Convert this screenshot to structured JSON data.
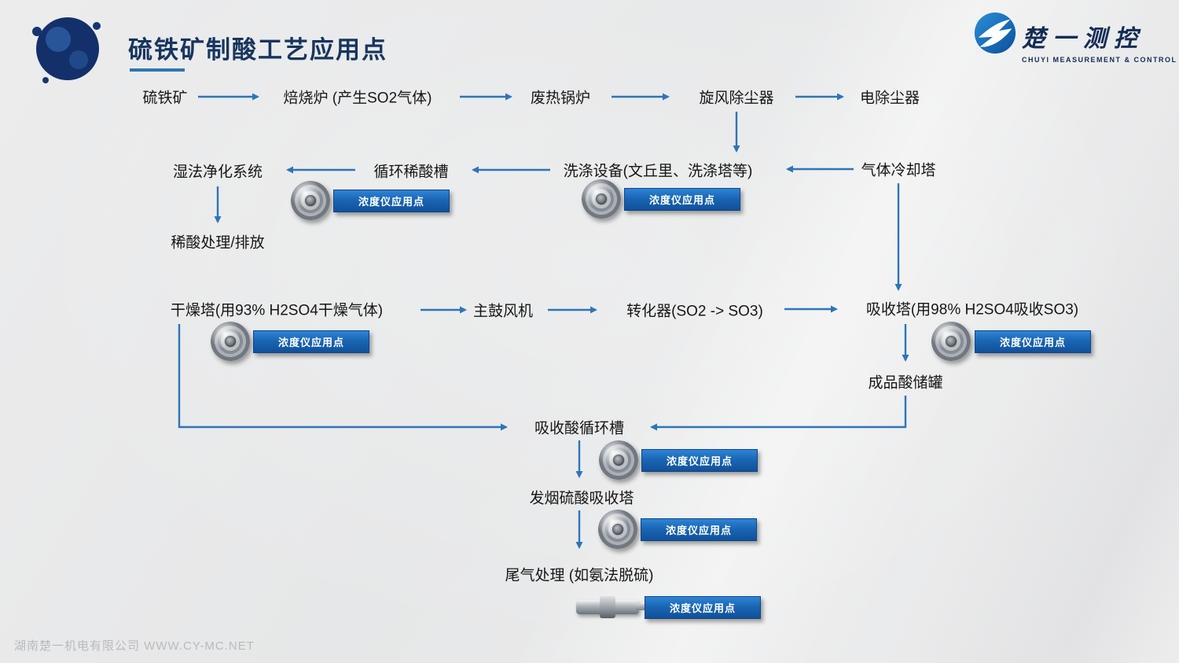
{
  "header": {
    "title": "硫铁矿制酸工艺应用点",
    "brand_name": "楚一测控",
    "brand_subtitle": "CHUYI MEASUREMENT & CONTROL"
  },
  "footer": {
    "company_line": "湖南楚一机电有限公司 WWW.CY-MC.NET"
  },
  "sensor_button_label": "浓度仪应用点",
  "nodes": {
    "pyrite": "硫铁矿",
    "roaster": "焙烧炉 (产生SO2气体)",
    "waste_heat_boiler": "废热锅炉",
    "cyclone": "旋风除尘器",
    "esp": "电除尘器",
    "wet_purification": "湿法净化系统",
    "circ_dilute_acid_tank": "循环稀酸槽",
    "washer": "洗涤设备(文丘里、洗涤塔等)",
    "gas_cooling_tower": "气体冷却塔",
    "dilute_acid_treatment": "稀酸处理/排放",
    "drying_tower": "干燥塔(用93% H2SO4干燥气体)",
    "main_blower": "主鼓风机",
    "converter": "转化器(SO2 -> SO3)",
    "absorption_tower": "吸收塔(用98% H2SO4吸收SO3)",
    "product_acid_tank": "成品酸储罐",
    "absorption_acid_circ_tank": "吸收酸循环槽",
    "oleum_absorption_tower": "发烟硫酸吸收塔",
    "tail_gas_treatment": "尾气处理 (如氨法脱硫)"
  },
  "colors": {
    "arrow_blue": "#2e75b6",
    "button_blue": "#1a66b4",
    "title_navy": "#17355e"
  }
}
